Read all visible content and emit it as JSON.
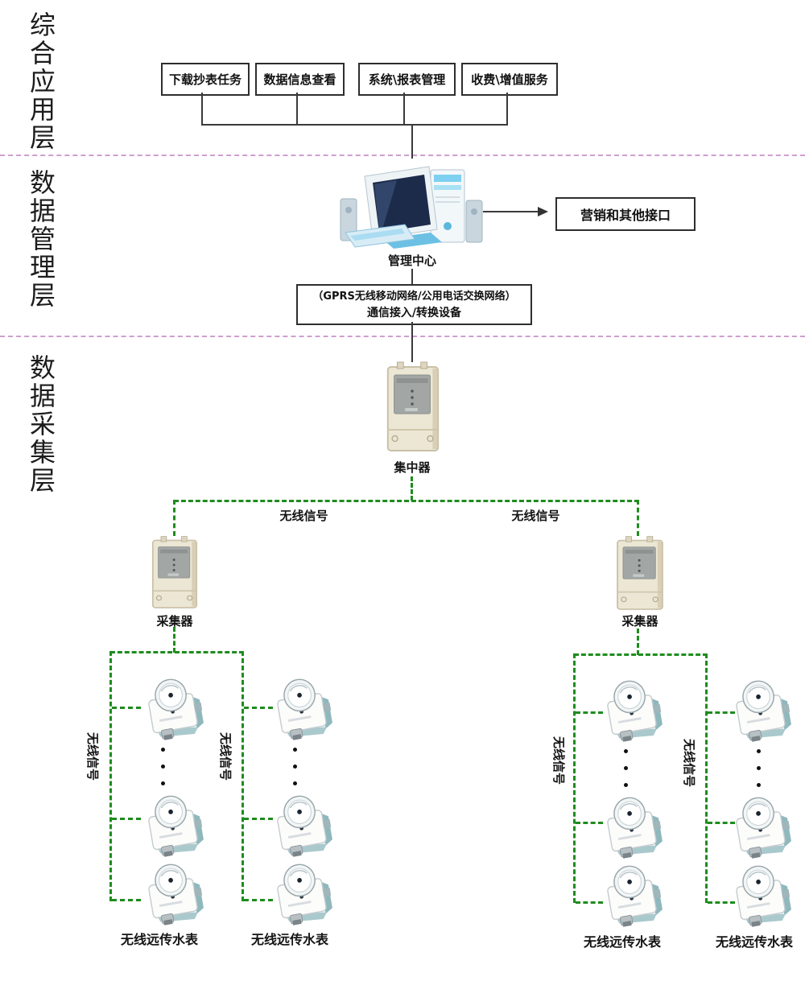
{
  "layer_labels": {
    "application": "综合应用层",
    "management": "数据管理层",
    "collection": "数据采集层"
  },
  "app_layer": {
    "boxes": [
      {
        "label": "下载抄表任务"
      },
      {
        "label": "数据信息查看"
      },
      {
        "label": "系统\\报表管理"
      },
      {
        "label": "收费\\增值服务"
      }
    ]
  },
  "management_layer": {
    "computer_label": "管理中心",
    "interface_box_label": "营销和其他接口",
    "network_box": {
      "line1": "（GPRS无线移动网络/公用电话交换网络）",
      "line2": "通信接入/转换设备"
    }
  },
  "collection_layer": {
    "concentrator_label": "集中器",
    "collector_label": "采集器",
    "wireless_signal_label": "无线信号",
    "water_meter_label": "无线远传水表"
  },
  "colors": {
    "separator_pink": "#cf9ecf",
    "signal_green": "#1e8c1e",
    "line_black": "#3a3a3a"
  }
}
